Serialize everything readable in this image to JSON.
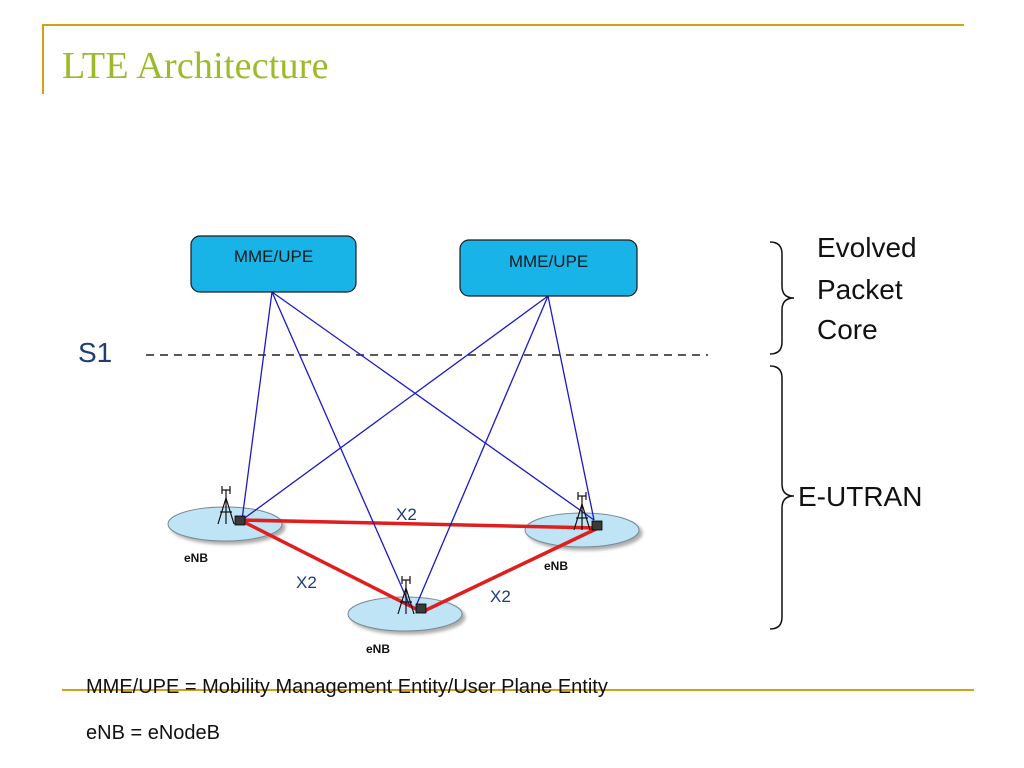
{
  "slide": {
    "title": "LTE Architecture",
    "s1_label": "S1",
    "epc_label": [
      "Evolved",
      "Packet",
      "Core"
    ],
    "eutran_label": "E-UTRAN",
    "mme": [
      {
        "label": "MME/UPE"
      },
      {
        "label": "MME/UPE"
      }
    ],
    "enb_label": "eNB",
    "x2_labels": [
      "X2",
      "X2",
      "X2"
    ],
    "footer": [
      "MME/UPE = Mobility Management Entity/User Plane Entity",
      "eNB = eNodeB"
    ],
    "colors": {
      "title": "#9bbb2a",
      "accent_gold": "#d4a017",
      "s1_link": "#1a1ac8",
      "x2_link": "#e01e1e",
      "mme_fill": "#18b4e8",
      "cell_fill": "#bfe4f6"
    }
  }
}
